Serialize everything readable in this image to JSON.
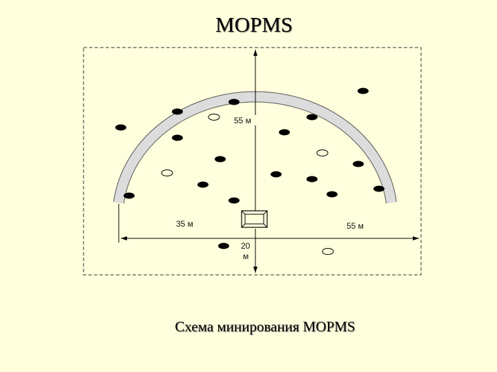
{
  "title": "MOPMS",
  "caption": "Схема минирования MOPMS",
  "dimensions": {
    "forward": "55 м",
    "left": "35 м",
    "right": "55 м",
    "back_line1": "20",
    "back_line2": "м"
  },
  "colors": {
    "background": "#FFFFDD",
    "arc": "#DCDCDC",
    "mine": "#000000"
  },
  "legend_items": {
    "filled_mine": "active-mine-icon",
    "hollow_mine": "inactive-mine-icon"
  }
}
